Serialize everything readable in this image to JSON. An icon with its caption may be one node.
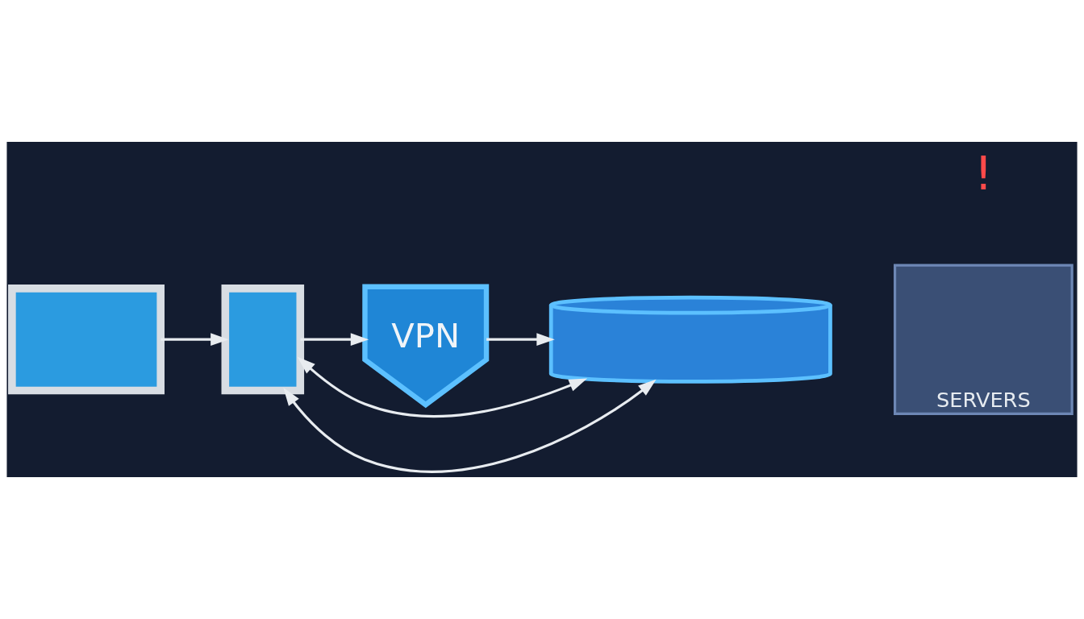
{
  "diagram": {
    "nodes": [
      {
        "text": [],
        "shape": "box"
      },
      {
        "text": [],
        "shape": "box"
      },
      {
        "text": [
          "VPN"
        ]
      },
      {
        "text": [],
        "shape": "cylinder"
      },
      {
        "text": [
          "SERVERS"
        ]
      }
    ],
    "edges": [
      {
        "from": 0,
        "to": 1,
        "arrow": "to"
      },
      {
        "from": 1,
        "to": 2,
        "arrow": "to"
      },
      {
        "from": 2,
        "to": 3,
        "arrow": "to"
      },
      {
        "from": 1,
        "to": 3,
        "arrow": "both"
      },
      {
        "from": 1,
        "to": 3,
        "arrow": "both"
      }
    ],
    "labels": [
      "!"
    ]
  }
}
